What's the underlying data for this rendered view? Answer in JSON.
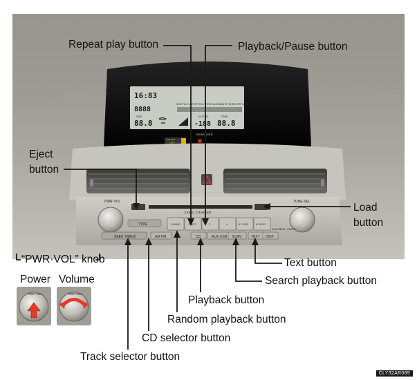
{
  "callouts": {
    "repeat": "Repeat play button",
    "play_pause": "Playback/Pause button",
    "eject": "Eject\nbutton",
    "load": "Load\nbutton",
    "pwr_vol": "“PWR·VOL” knob",
    "power": "Power",
    "volume": "Volume",
    "text": "Text button",
    "search": "Search playback button",
    "playback": "Playback button",
    "random": "Random playback button",
    "cd_selector": "CD selector button",
    "track_selector": "Track selector button"
  },
  "display": {
    "clock": "16:83",
    "disc_row": "DISC FOL FLDR RPT FILE DTRCK ALB RAND TP TA REG TRF SCAN",
    "digits": "8888",
    "temp_left": "88.8",
    "temp_right": "88.8",
    "outside_temp": "-188",
    "temp_label": "TEMP",
    "outside_label": "OUTSIDE",
    "passenger_label": "PASSENGER",
    "airbag_label": "AIR BAG",
    "airbag_state": "OFF"
  },
  "panel": {
    "pwr_vol_label": "PWR·VOL",
    "tune_sel_label": "TUNE·SEL",
    "slot_label": "6 DISC CHANGER",
    "type_label": "TYPE",
    "seek_track_label": "SEEK TRACK",
    "am_fm_label": "AM·FM",
    "cd_label": "CD",
    "aux_label": "AUX·USB",
    "scan_label": "SCAN",
    "text_label": "TEXT",
    "disp_label": "DISP",
    "preset_labels": [
      "1 RAND",
      "2 RPT",
      "3",
      "4",
      "5 FLDR",
      "6 FLDR"
    ],
    "menu_label": "Push MENU · ENTER"
  },
  "ref_code": "CLY32AR089",
  "colors": {
    "line": "#1a1a1a",
    "lcd": "#c9ccc4",
    "bezel": "#0d0d0d",
    "panel": "#b5b4ac"
  }
}
